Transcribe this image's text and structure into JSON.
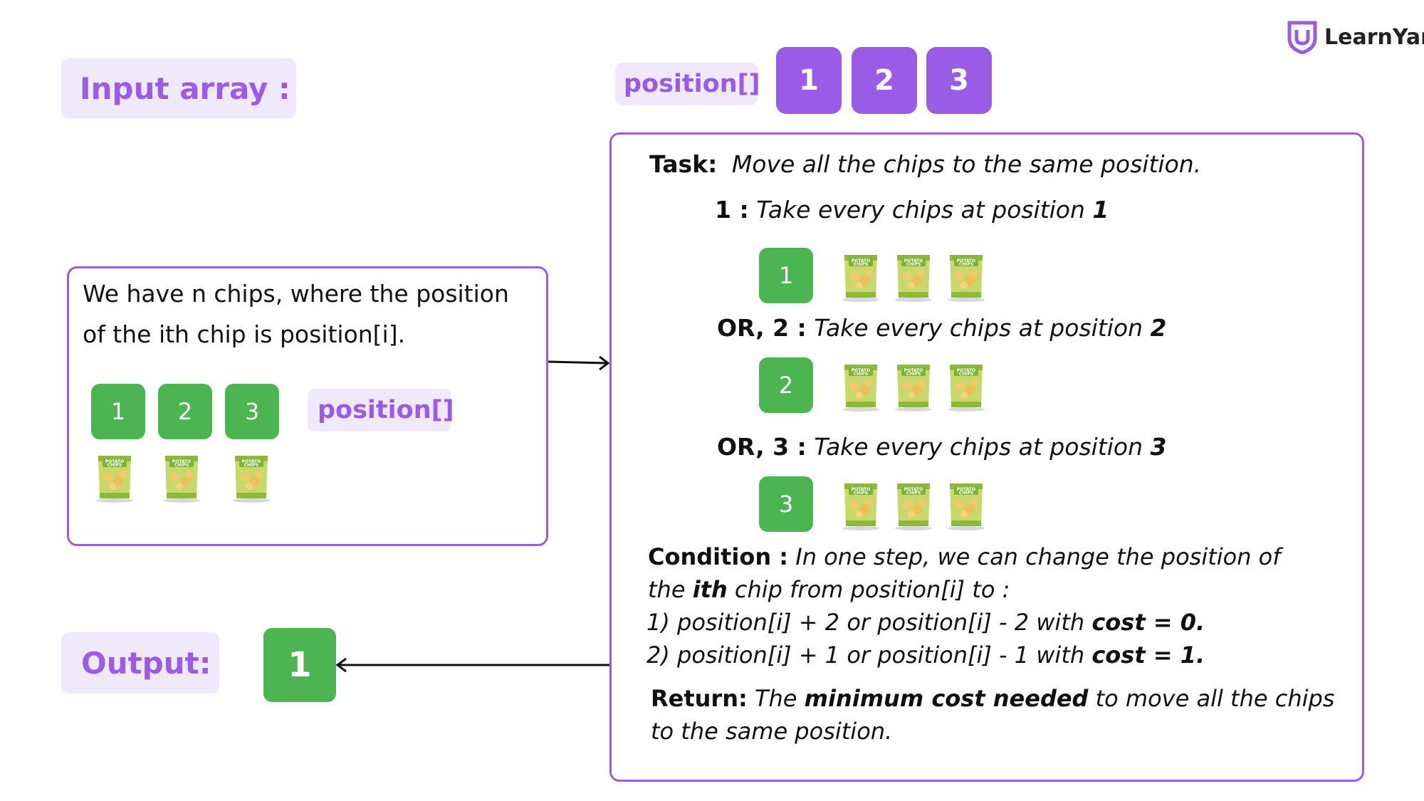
{
  "brand": {
    "name": "LearnYard"
  },
  "input_label": "Input array :",
  "array_name": "position[]",
  "array_values": [
    "1",
    "2",
    "3"
  ],
  "problem": {
    "line1": "We have n chips, where the position",
    "line2": "of the ith chip is position[i].",
    "tiles": [
      "1",
      "2",
      "3"
    ],
    "array_name": "position[]"
  },
  "task": {
    "label": "Task:",
    "text": "Move all the chips to the same position.",
    "options": [
      {
        "prefix": "1 :",
        "text": "Take every chips at position",
        "pos": "1",
        "tile": "1"
      },
      {
        "prefix": "OR, 2 :",
        "text": "Take every chips at position",
        "pos": "2",
        "tile": "2"
      },
      {
        "prefix": "OR, 3 :",
        "text": "Take every chips at position",
        "pos": "3",
        "tile": "3"
      }
    ]
  },
  "condition": {
    "label": "Condition :",
    "line1": "In one step, we can change the position of",
    "line2_pre": "the",
    "line2_bold": "ith",
    "line2_post": "chip from position[i] to :",
    "line3_pre": "1) position[i] + 2 or position[i] - 2 with",
    "line3_bold": "cost = 0.",
    "line4_pre": "2) position[i] + 1 or position[i] - 1 with",
    "line4_bold": "cost = 1."
  },
  "ret": {
    "label": "Return:",
    "pre": "The",
    "bold": "minimum cost needed",
    "post": "to move all the chips",
    "line2": "to the same position."
  },
  "output": {
    "label": "Output:",
    "value": "1"
  },
  "colors": {
    "purple": "#9a5ce6",
    "lavender": "#efe9fb",
    "green": "#4cb551"
  }
}
